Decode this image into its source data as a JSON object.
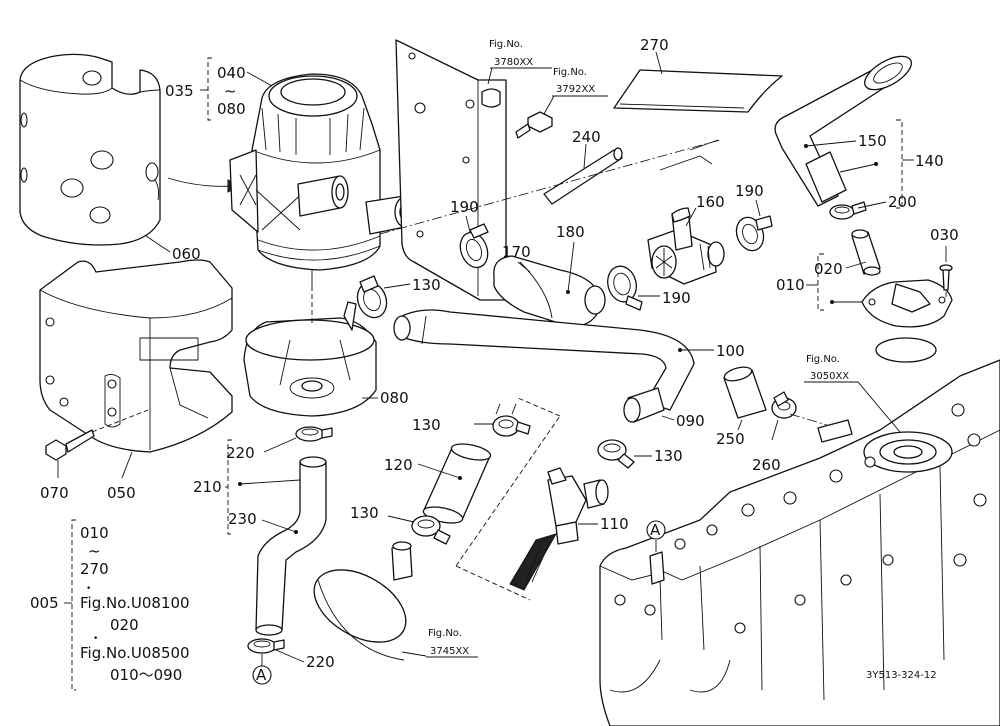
{
  "parts": {
    "p005": "005",
    "p010a": "010",
    "p010b": "010",
    "p020a": "020",
    "p030": "030",
    "p035": "035",
    "p040": "040",
    "tilde40": "~",
    "p080top": "080",
    "p050": "050",
    "p060": "060",
    "p070": "070",
    "p080": "080",
    "p090": "090",
    "p100": "100",
    "p110": "110",
    "p120": "120",
    "p130a": "130",
    "p130b": "130",
    "p130c": "130",
    "p130d": "130",
    "p140": "140",
    "p150": "150",
    "p160": "160",
    "p170": "170",
    "p180": "180",
    "p190a": "190",
    "p190b": "190",
    "p190c": "190",
    "p200": "200",
    "p210": "210",
    "p220a": "220",
    "p220b": "220",
    "p230": "230",
    "p240": "240",
    "p250": "250",
    "p260": "260",
    "p270": "270"
  },
  "fig_refs": {
    "f3780_label": "Fig.No.",
    "f3780_num": "3780XX",
    "f3792_label": "Fig.No.",
    "f3792_num": "3792XX",
    "f3050_label": "Fig.No.",
    "f3050_num": "3050XX",
    "f3745_label": "Fig.No.",
    "f3745_num": "3745XX"
  },
  "legend": {
    "range_start": "010",
    "range_tilde": "~",
    "range_end": "270",
    "bullet1": "•",
    "ref1": "Fig.No.U08100",
    "ref1_part": "020",
    "bullet2": "•",
    "ref2": "Fig.No.U08500",
    "ref2_parts": "010～090"
  },
  "markers": {
    "a1": "A",
    "a2": "A"
  },
  "drawing_code": "3Y513-324-12"
}
